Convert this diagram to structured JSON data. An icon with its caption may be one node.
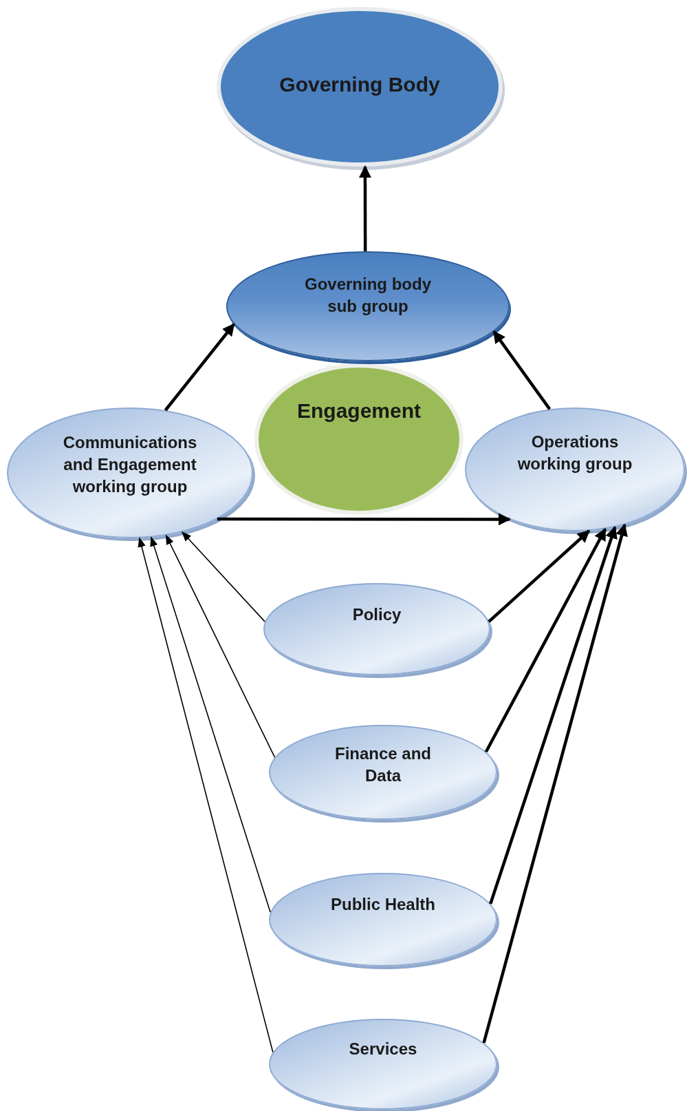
{
  "diagram": {
    "nodes": [
      {
        "text": [
          "Governing Body"
        ]
      },
      {
        "text": [
          "Governing body sub group"
        ]
      },
      {
        "text": [
          "Engagement"
        ]
      },
      {
        "text": [
          "Communications and Engagement working group"
        ]
      },
      {
        "text": [
          "Operations working group"
        ]
      },
      {
        "text": [
          "Policy"
        ]
      },
      {
        "text": [
          "Finance and Data"
        ]
      },
      {
        "text": [
          "Public Health"
        ]
      },
      {
        "text": [
          "Services"
        ]
      }
    ],
    "edges": [
      {
        "from": 1,
        "to": 0,
        "arrow": "to"
      },
      {
        "from": 3,
        "to": 1,
        "arrow": "to"
      },
      {
        "from": 4,
        "to": 1,
        "arrow": "to"
      },
      {
        "from": 3,
        "to": 4,
        "arrow": "to"
      },
      {
        "from": 5,
        "to": 3,
        "arrow": "to"
      },
      {
        "from": 6,
        "to": 3,
        "arrow": "to"
      },
      {
        "from": 7,
        "to": 3,
        "arrow": "to"
      },
      {
        "from": 8,
        "to": 3,
        "arrow": "to"
      },
      {
        "from": 5,
        "to": 4,
        "arrow": "to"
      },
      {
        "from": 6,
        "to": 4,
        "arrow": "to"
      },
      {
        "from": 7,
        "to": 4,
        "arrow": "to"
      },
      {
        "from": 8,
        "to": 4,
        "arrow": "to"
      }
    ]
  }
}
